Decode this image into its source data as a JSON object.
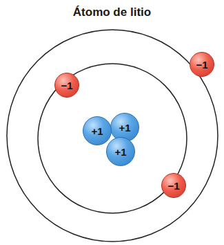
{
  "diagram": {
    "title": "Átomo de litio",
    "nodes": [
      {
        "text": [
          "−1"
        ]
      },
      {
        "text": [
          "−1"
        ]
      },
      {
        "text": [
          "+1"
        ]
      },
      {
        "text": [
          "+1"
        ]
      },
      {
        "text": [
          "+1"
        ]
      },
      {
        "text": [
          "−1"
        ]
      }
    ]
  }
}
